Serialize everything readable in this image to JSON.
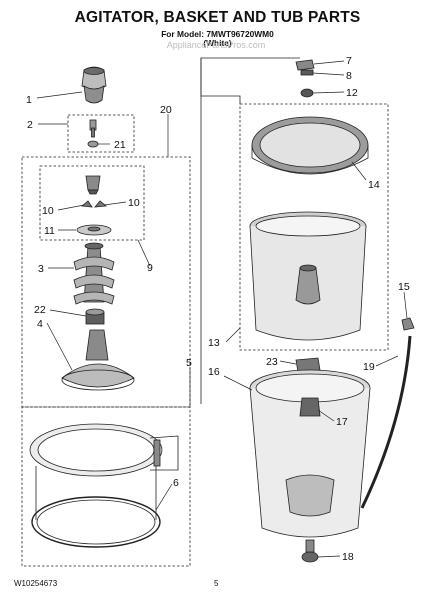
{
  "header": {
    "title": "AGITATOR, BASKET AND TUB PARTS",
    "model_line": "For Model: 7MWT96720WM0",
    "color_line": "(White)"
  },
  "footer": {
    "doc_number": "W10254673",
    "page_number": "5"
  },
  "callouts": [
    "1",
    "2",
    "21",
    "20",
    "10",
    "10",
    "11",
    "9",
    "3",
    "22",
    "4",
    "5",
    "6",
    "7",
    "8",
    "12",
    "14",
    "13",
    "15",
    "19",
    "23",
    "16",
    "17",
    "18"
  ],
  "watermark": "AppliancePartsPros.com"
}
